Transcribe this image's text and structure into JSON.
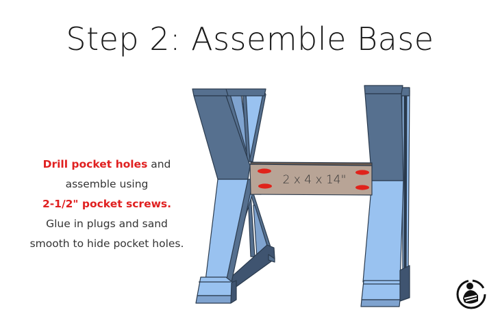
{
  "title": "Step 2: Assemble Base",
  "instructions": {
    "line1_highlight": "Drill pocket holes",
    "line1_rest": " and",
    "line2": "assemble using",
    "line3_highlight": "2-1/2\" pocket screws.",
    "line4": "Glue in plugs and sand",
    "line5": "smooth to hide pocket holes."
  },
  "diagram": {
    "board_label": "2 x 4 x 14\"",
    "pocket_hole_count": 4,
    "colors": {
      "leg_dark": "#56708f",
      "leg_light": "#99c2f0",
      "leg_mid": "#7fa3cf",
      "outline": "#2a3a4d",
      "board": "#b8a496",
      "pocket_hole": "#e0231b",
      "highlight_text": "#e02020"
    }
  },
  "logo": {
    "icon": "woodworker-logo-icon"
  }
}
